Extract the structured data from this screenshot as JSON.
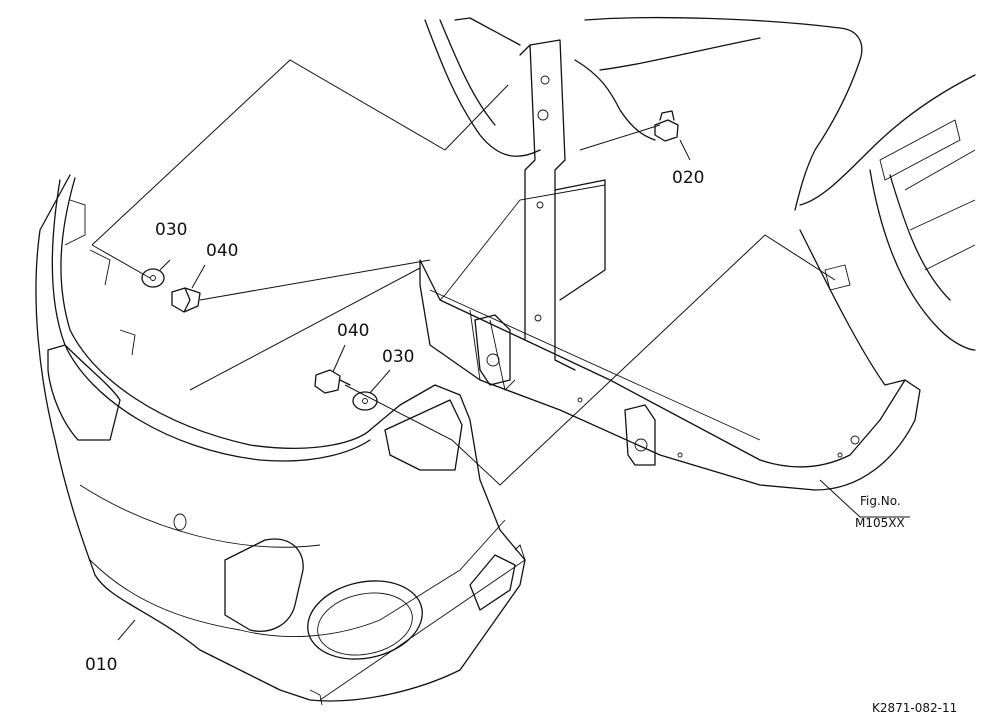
{
  "callouts": {
    "p010": "010",
    "p020": "020",
    "p030a": "030",
    "p040a": "040",
    "p040b": "040",
    "p030b": "030"
  },
  "figure": {
    "label": "Fig.No.",
    "number": "M105XX"
  },
  "drawing_code": "K2871-082-11"
}
